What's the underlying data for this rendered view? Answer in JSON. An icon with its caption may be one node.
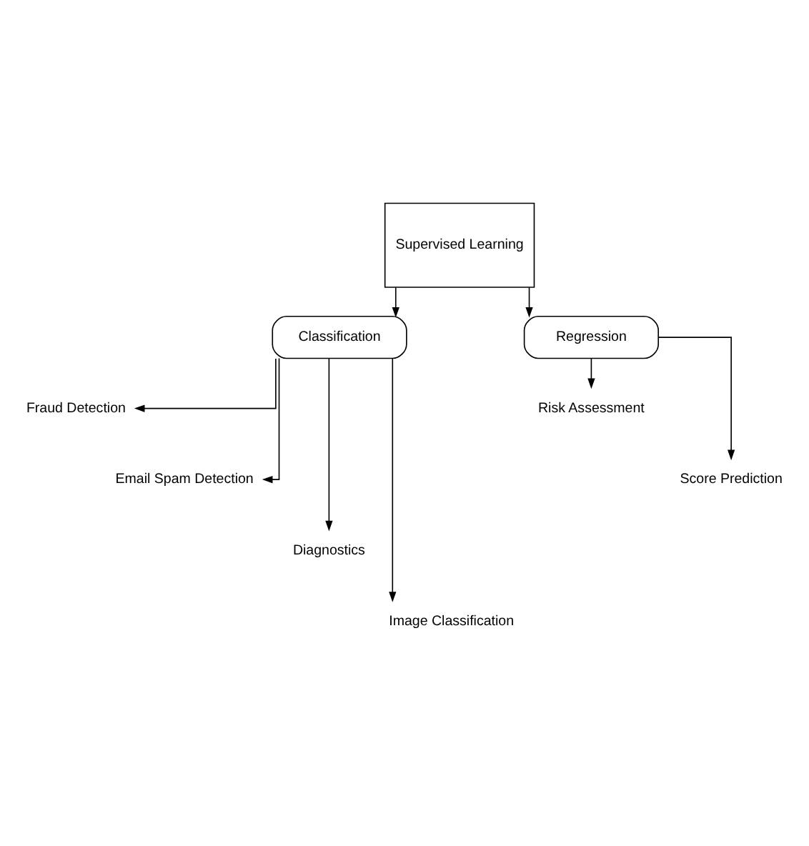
{
  "diagram": {
    "nodes": [
      {
        "text": [
          "Supervised Learning"
        ]
      },
      {
        "text": [
          "Classification"
        ]
      },
      {
        "text": [
          "Regression"
        ]
      },
      {
        "text": [
          "Fraud Detection"
        ]
      },
      {
        "text": [
          "Email Spam Detection"
        ]
      },
      {
        "text": [
          "Diagnostics"
        ]
      },
      {
        "text": [
          "Image Classification"
        ]
      },
      {
        "text": [
          "Risk Assessment"
        ]
      },
      {
        "text": [
          "Score Prediction"
        ]
      }
    ],
    "edges": [
      {
        "from": 0,
        "to": 1,
        "arrow": "to"
      },
      {
        "from": 0,
        "to": 2,
        "arrow": "to"
      },
      {
        "from": 1,
        "to": 3,
        "arrow": "to"
      },
      {
        "from": 1,
        "to": 4,
        "arrow": "to"
      },
      {
        "from": 1,
        "to": 5,
        "arrow": "to"
      },
      {
        "from": 1,
        "to": 6,
        "arrow": "to"
      },
      {
        "from": 2,
        "to": 7,
        "arrow": "to"
      },
      {
        "from": 2,
        "to": 8,
        "arrow": "to"
      }
    ]
  }
}
